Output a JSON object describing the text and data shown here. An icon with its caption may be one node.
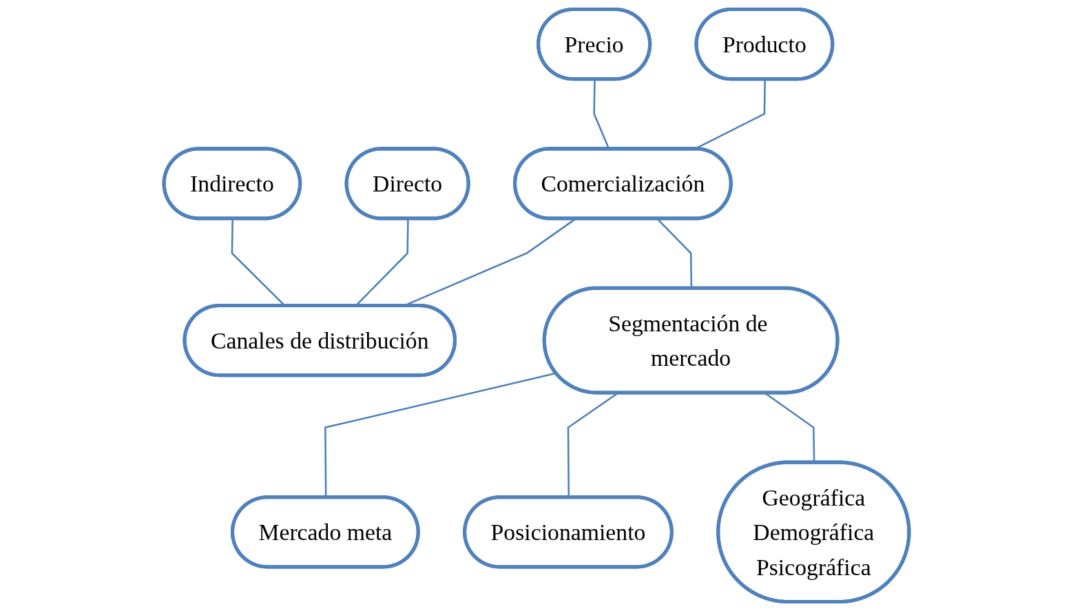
{
  "diagram": {
    "nodes": [
      {
        "text": [
          "Producto"
        ]
      },
      {
        "text": [
          "Precio"
        ]
      },
      {
        "text": [
          "Comercialización"
        ]
      },
      {
        "text": [
          "Directo"
        ]
      },
      {
        "text": [
          "Canales de distribución"
        ]
      },
      {
        "text": [
          "Indirecto"
        ]
      },
      {
        "text": [
          "Segmentación de mercado"
        ]
      },
      {
        "text": [
          "Mercado meta"
        ]
      },
      {
        "text": [
          "Posicionamiento"
        ]
      },
      {
        "text": [
          "Geográfica",
          "Demográfica",
          "Psicográfica"
        ]
      }
    ],
    "edges": [
      {
        "from": 0,
        "to": 2,
        "arrow": "none"
      },
      {
        "from": 1,
        "to": 2,
        "arrow": "none"
      },
      {
        "from": 2,
        "to": 4,
        "arrow": "none"
      },
      {
        "from": 2,
        "to": 6,
        "arrow": "none"
      },
      {
        "from": 3,
        "to": 4,
        "arrow": "none"
      },
      {
        "from": 5,
        "to": 4,
        "arrow": "none"
      },
      {
        "from": 6,
        "to": 7,
        "arrow": "none"
      },
      {
        "from": 6,
        "to": 8,
        "arrow": "none"
      },
      {
        "from": 6,
        "to": 9,
        "arrow": "none"
      }
    ]
  }
}
